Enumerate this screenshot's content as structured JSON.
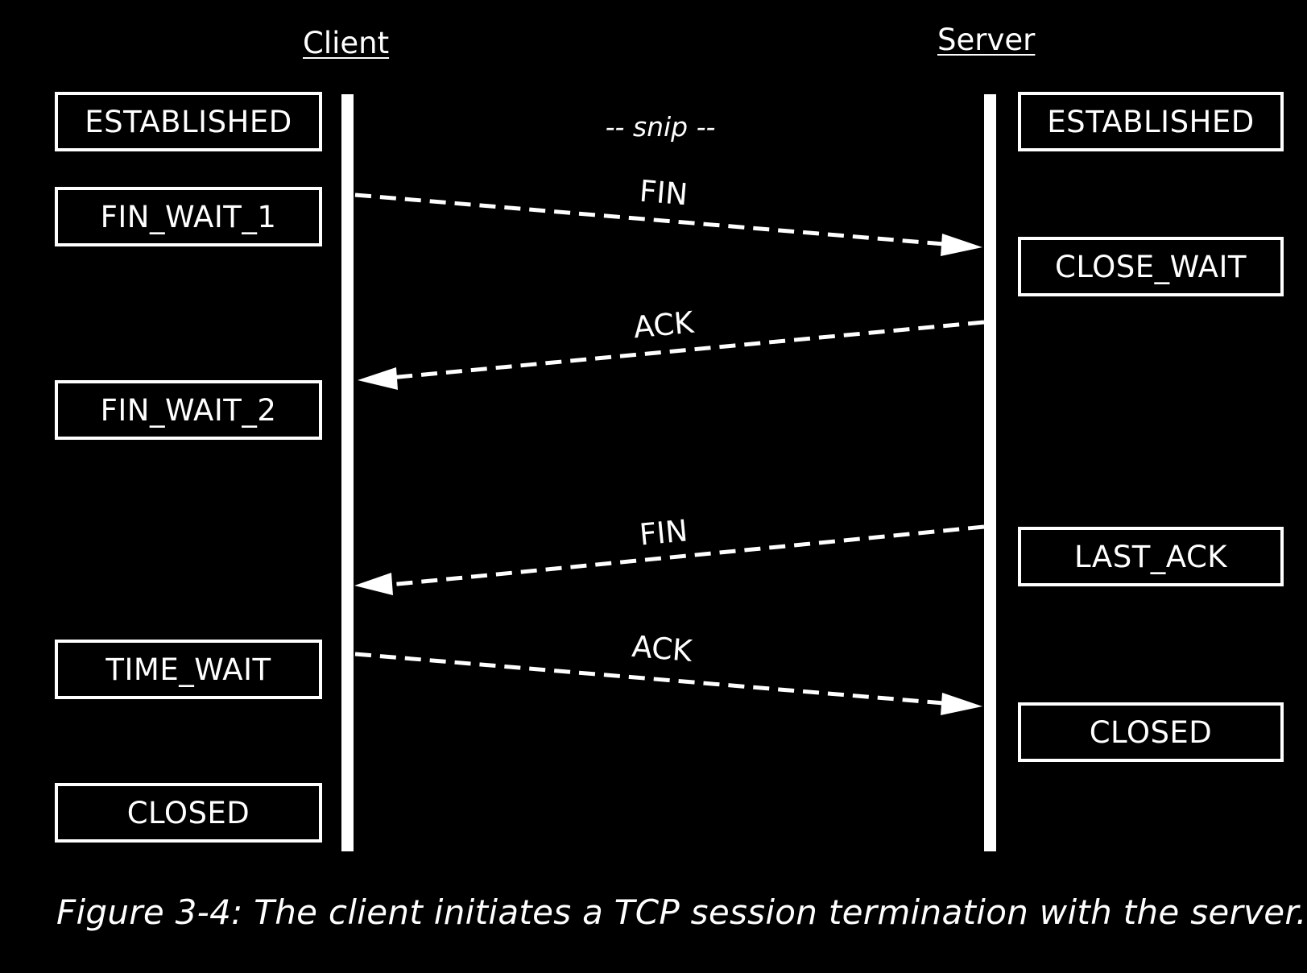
{
  "headers": {
    "client": "Client",
    "server": "Server"
  },
  "note": "-- snip --",
  "client_states": [
    "ESTABLISHED",
    "FIN_WAIT_1",
    "FIN_WAIT_2",
    "TIME_WAIT",
    "CLOSED"
  ],
  "server_states": [
    "ESTABLISHED",
    "CLOSE_WAIT",
    "LAST_ACK",
    "CLOSED"
  ],
  "messages": [
    {
      "label": "FIN",
      "from": "client",
      "to": "server"
    },
    {
      "label": "ACK",
      "from": "server",
      "to": "client"
    },
    {
      "label": "FIN",
      "from": "server",
      "to": "client"
    },
    {
      "label": "ACK",
      "from": "client",
      "to": "server"
    }
  ],
  "caption": "Figure 3-4: The client initiates a TCP session termination with the server."
}
